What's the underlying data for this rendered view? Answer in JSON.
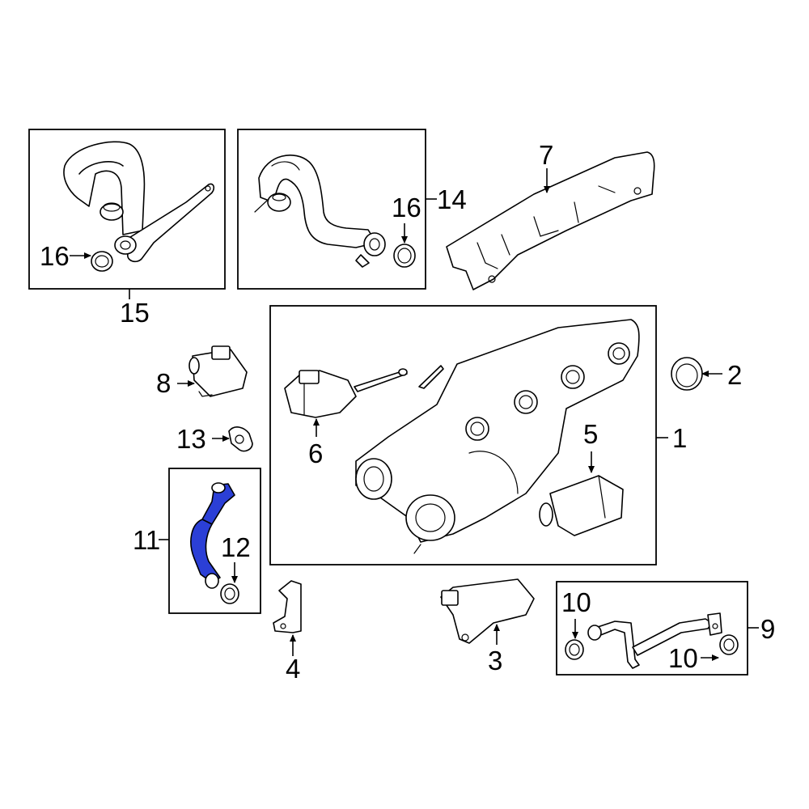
{
  "diagram": {
    "highlight_color": "#2b3fd6",
    "callouts": [
      {
        "id": "c1",
        "text": "1"
      },
      {
        "id": "c2",
        "text": "2"
      },
      {
        "id": "c3",
        "text": "3"
      },
      {
        "id": "c4",
        "text": "4"
      },
      {
        "id": "c5",
        "text": "5"
      },
      {
        "id": "c6",
        "text": "6"
      },
      {
        "id": "c7",
        "text": "7"
      },
      {
        "id": "c8",
        "text": "8"
      },
      {
        "id": "c9",
        "text": "9"
      },
      {
        "id": "c10a",
        "text": "10"
      },
      {
        "id": "c10b",
        "text": "10"
      },
      {
        "id": "c11",
        "text": "11"
      },
      {
        "id": "c12",
        "text": "12"
      },
      {
        "id": "c13",
        "text": "13"
      },
      {
        "id": "c14",
        "text": "14"
      },
      {
        "id": "c15",
        "text": "15"
      },
      {
        "id": "c16a",
        "text": "16"
      },
      {
        "id": "c16b",
        "text": "16"
      }
    ]
  }
}
